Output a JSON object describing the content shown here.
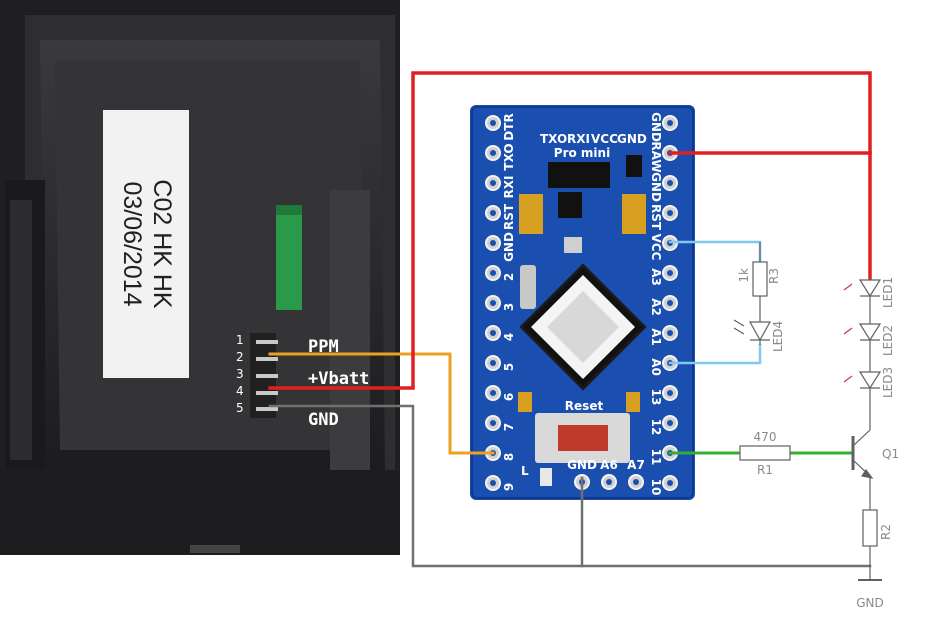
{
  "photo": {
    "sticker_lines": [
      "C02 HK HK",
      "03/06/2014"
    ],
    "connector_pins": [
      "1",
      "2",
      "3",
      "4",
      "5"
    ]
  },
  "wires": {
    "ppm": {
      "label": "PPM",
      "color": "#f0a020"
    },
    "vbatt": {
      "label": "+Vbatt",
      "color": "#e02020"
    },
    "gnd": {
      "label": "GND",
      "color": "#707070"
    },
    "led_signal_color": "#80c8f0",
    "base_signal_color": "#30b030"
  },
  "board": {
    "title": "Pro mini",
    "reset_label": "Reset",
    "top_labels": [
      "TXO",
      "RXI",
      "VCC",
      "GND"
    ],
    "left_column": [
      "DTR",
      "TXO",
      "RXI",
      "RST",
      "GND",
      "2",
      "3",
      "4",
      "5",
      "6",
      "7",
      "8",
      "9"
    ],
    "right_column": [
      "GND",
      "RAW",
      "GND",
      "RST",
      "VCC",
      "A3",
      "A2",
      "A1",
      "A0",
      "13",
      "12",
      "11",
      "10"
    ],
    "bottom_labels": [
      "GND",
      "A6",
      "A7"
    ],
    "l_label": "L",
    "board_color": "#1a4fb0"
  },
  "schematic": {
    "r3_name": "R3",
    "r3_value": "1k",
    "led4": "LED4",
    "led1": "LED1",
    "led2": "LED2",
    "led3": "LED3",
    "r1_name": "R1",
    "r1_value": "470",
    "q1": "Q1",
    "r2_name": "R2",
    "gnd_label": "GND"
  }
}
